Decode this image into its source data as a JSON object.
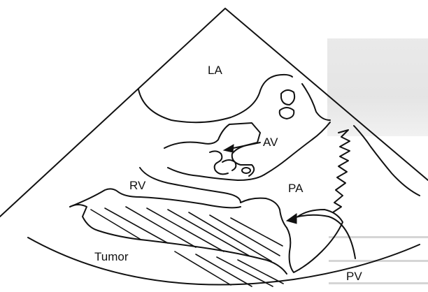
{
  "labels": {
    "la": "LA",
    "av": "AV",
    "rv": "RV",
    "pa": "PA",
    "tumor": "Tumor",
    "pv": "PV"
  },
  "colors": {
    "ink": "#111111",
    "background": "#ffffff"
  }
}
